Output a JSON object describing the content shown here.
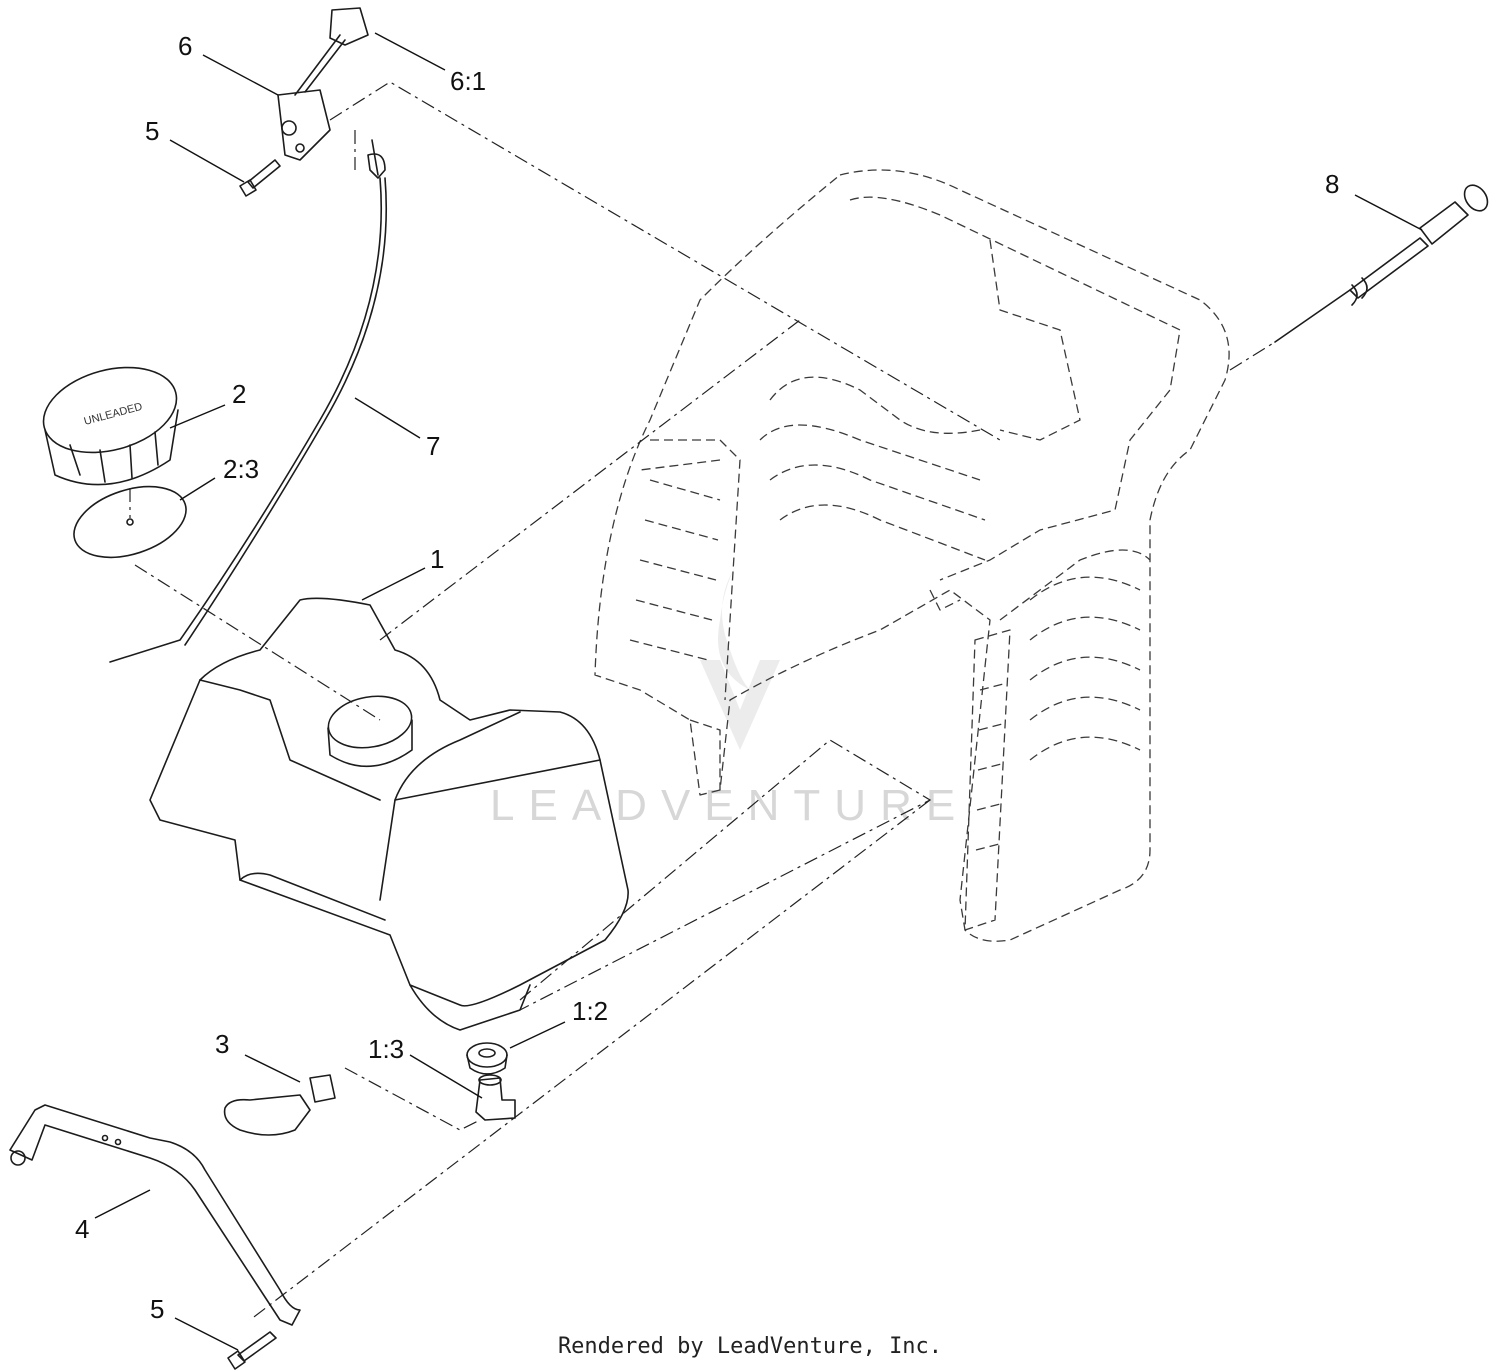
{
  "diagram": {
    "callouts": [
      {
        "id": "c6",
        "label": "6"
      },
      {
        "id": "c6-1",
        "label": "6:1"
      },
      {
        "id": "c5-top",
        "label": "5"
      },
      {
        "id": "c8",
        "label": "8"
      },
      {
        "id": "c2",
        "label": "2"
      },
      {
        "id": "c7",
        "label": "7"
      },
      {
        "id": "c2-3",
        "label": "2:3"
      },
      {
        "id": "c1",
        "label": "1"
      },
      {
        "id": "c1-2",
        "label": "1:2"
      },
      {
        "id": "c3",
        "label": "3"
      },
      {
        "id": "c1-3",
        "label": "1:3"
      },
      {
        "id": "c4",
        "label": "4"
      },
      {
        "id": "c5-bottom",
        "label": "5"
      }
    ],
    "watermark": "LEADVENTURE",
    "cap_text": "UNLEADED"
  },
  "footer": {
    "text": "Rendered by LeadVenture, Inc."
  }
}
